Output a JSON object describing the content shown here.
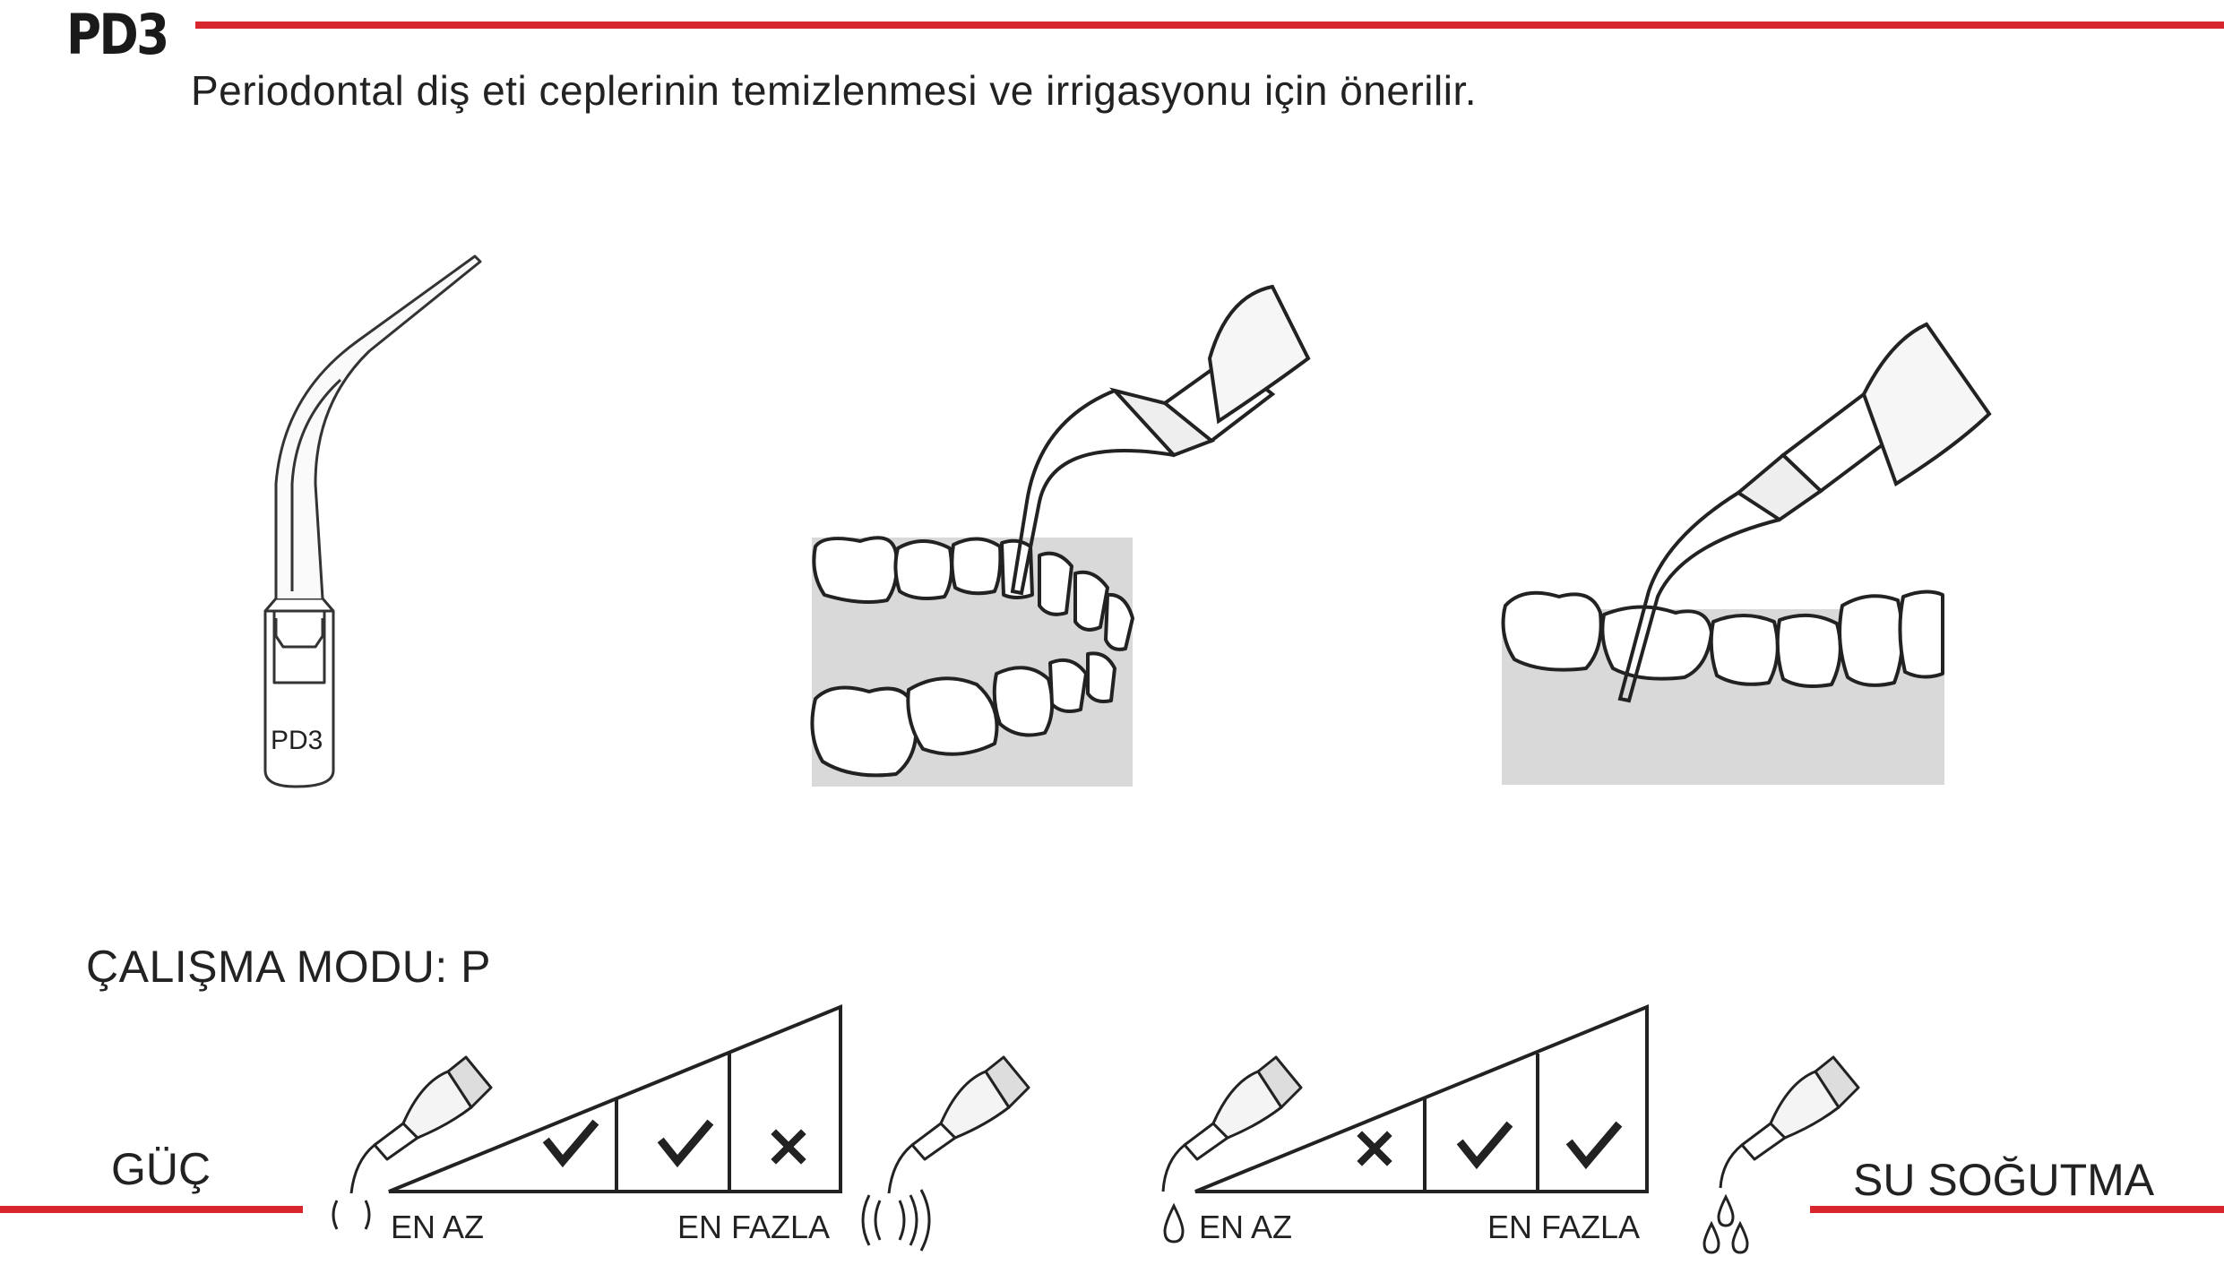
{
  "header": {
    "title": "PD3",
    "subtitle": "Periodontal diş eti ceplerinin temizlenmesi ve irrigasyonu için önerilir.",
    "accent_color": "#d7262e"
  },
  "tip": {
    "label": "PD3",
    "icon": "scaler-tip-icon"
  },
  "illustrations": [
    {
      "icon": "lower-jaw-front-view-icon"
    },
    {
      "icon": "lower-jaw-side-view-icon"
    }
  ],
  "working_mode": {
    "label": "ÇALIŞMA MODU: P"
  },
  "power": {
    "label": "GÜÇ",
    "min_label": "EN AZ",
    "max_label": "EN FAZLA",
    "levels": [
      "check",
      "check",
      "cross"
    ],
    "min_icon": "low-vibration-icon",
    "max_icon": "high-vibration-icon"
  },
  "water_cooling": {
    "label": "SU SOĞUTMA",
    "min_label": "EN AZ",
    "max_label": "EN FAZLA",
    "levels": [
      "cross",
      "check",
      "check"
    ],
    "min_icon": "single-drop-icon",
    "max_icon": "triple-drop-icon"
  }
}
